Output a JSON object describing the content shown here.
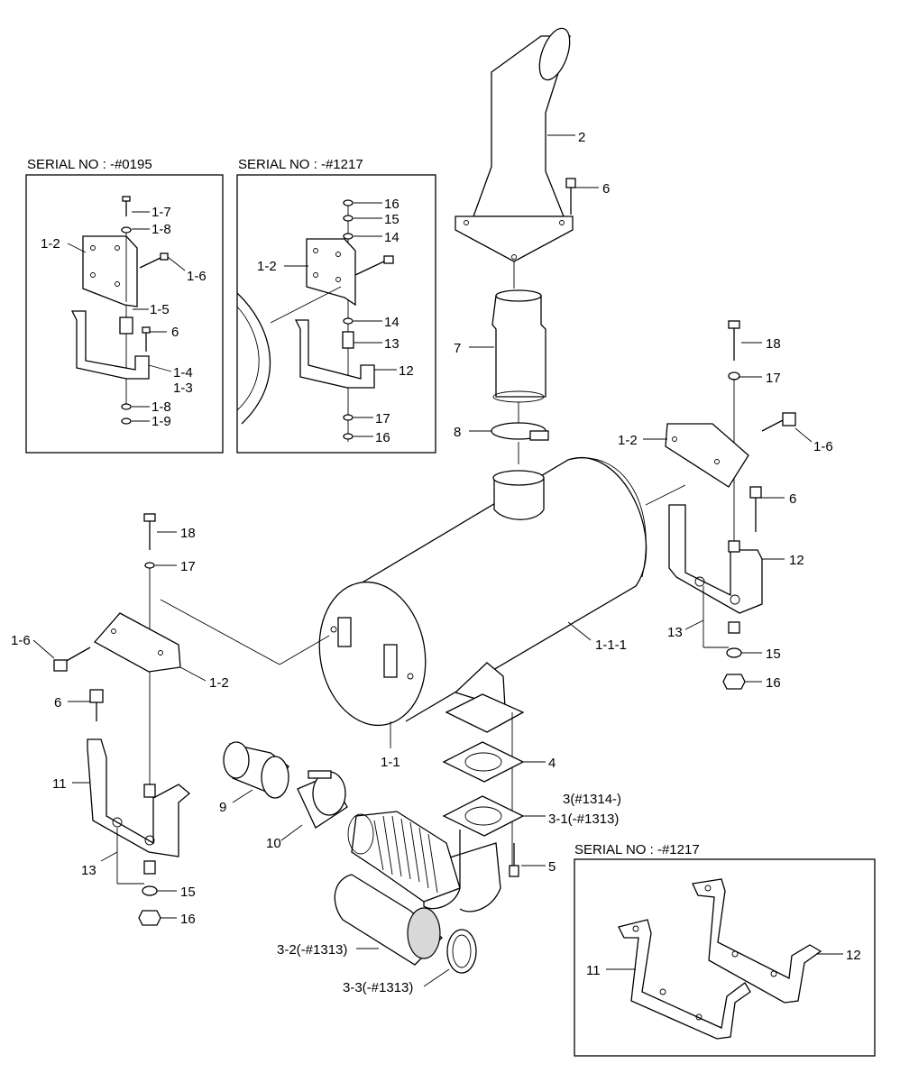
{
  "inset_boxes": [
    {
      "serial_label": "SERIAL NO : -#0195"
    },
    {
      "serial_label": "SERIAL NO : -#1217"
    },
    {
      "serial_label": "SERIAL NO : -#1217"
    }
  ],
  "part_labels": {
    "p2": "2",
    "p6a": "6",
    "p7": "7",
    "p8": "8",
    "p18r": "18",
    "p17r": "17",
    "p12r_main": "1-2",
    "p16r_main": "1-6",
    "p6r": "6",
    "p12r": "12",
    "p13r": "13",
    "p15r": "15",
    "p16r": "16",
    "p111": "1-1-1",
    "p11": "1-1",
    "p4": "4",
    "p3a": "3(#1314-)",
    "p3b": "3-1(-#1313)",
    "p5": "5",
    "p9": "9",
    "p10": "10",
    "p32": "3-2(-#1313)",
    "p33": "3-3(-#1313)",
    "p18l": "18",
    "p17l": "17",
    "p16l": "1-6",
    "p12l": "1-2",
    "p6l": "6",
    "p11l": "11",
    "p13l": "13",
    "p15l": "15",
    "p16l2": "16",
    "a17": "1-7",
    "a18": "1-8",
    "a12": "1-2",
    "a16": "1-6",
    "a15": "1-5",
    "a6": "6",
    "a14": "1-4",
    "a13": "1-3",
    "a18b": "1-8",
    "a19": "1-9",
    "b16": "16",
    "b15": "15",
    "b14": "14",
    "b12": "1-2",
    "b14b": "14",
    "b13": "13",
    "b12r": "12",
    "b17": "17",
    "b16b": "16",
    "c11": "11",
    "c12": "12"
  }
}
